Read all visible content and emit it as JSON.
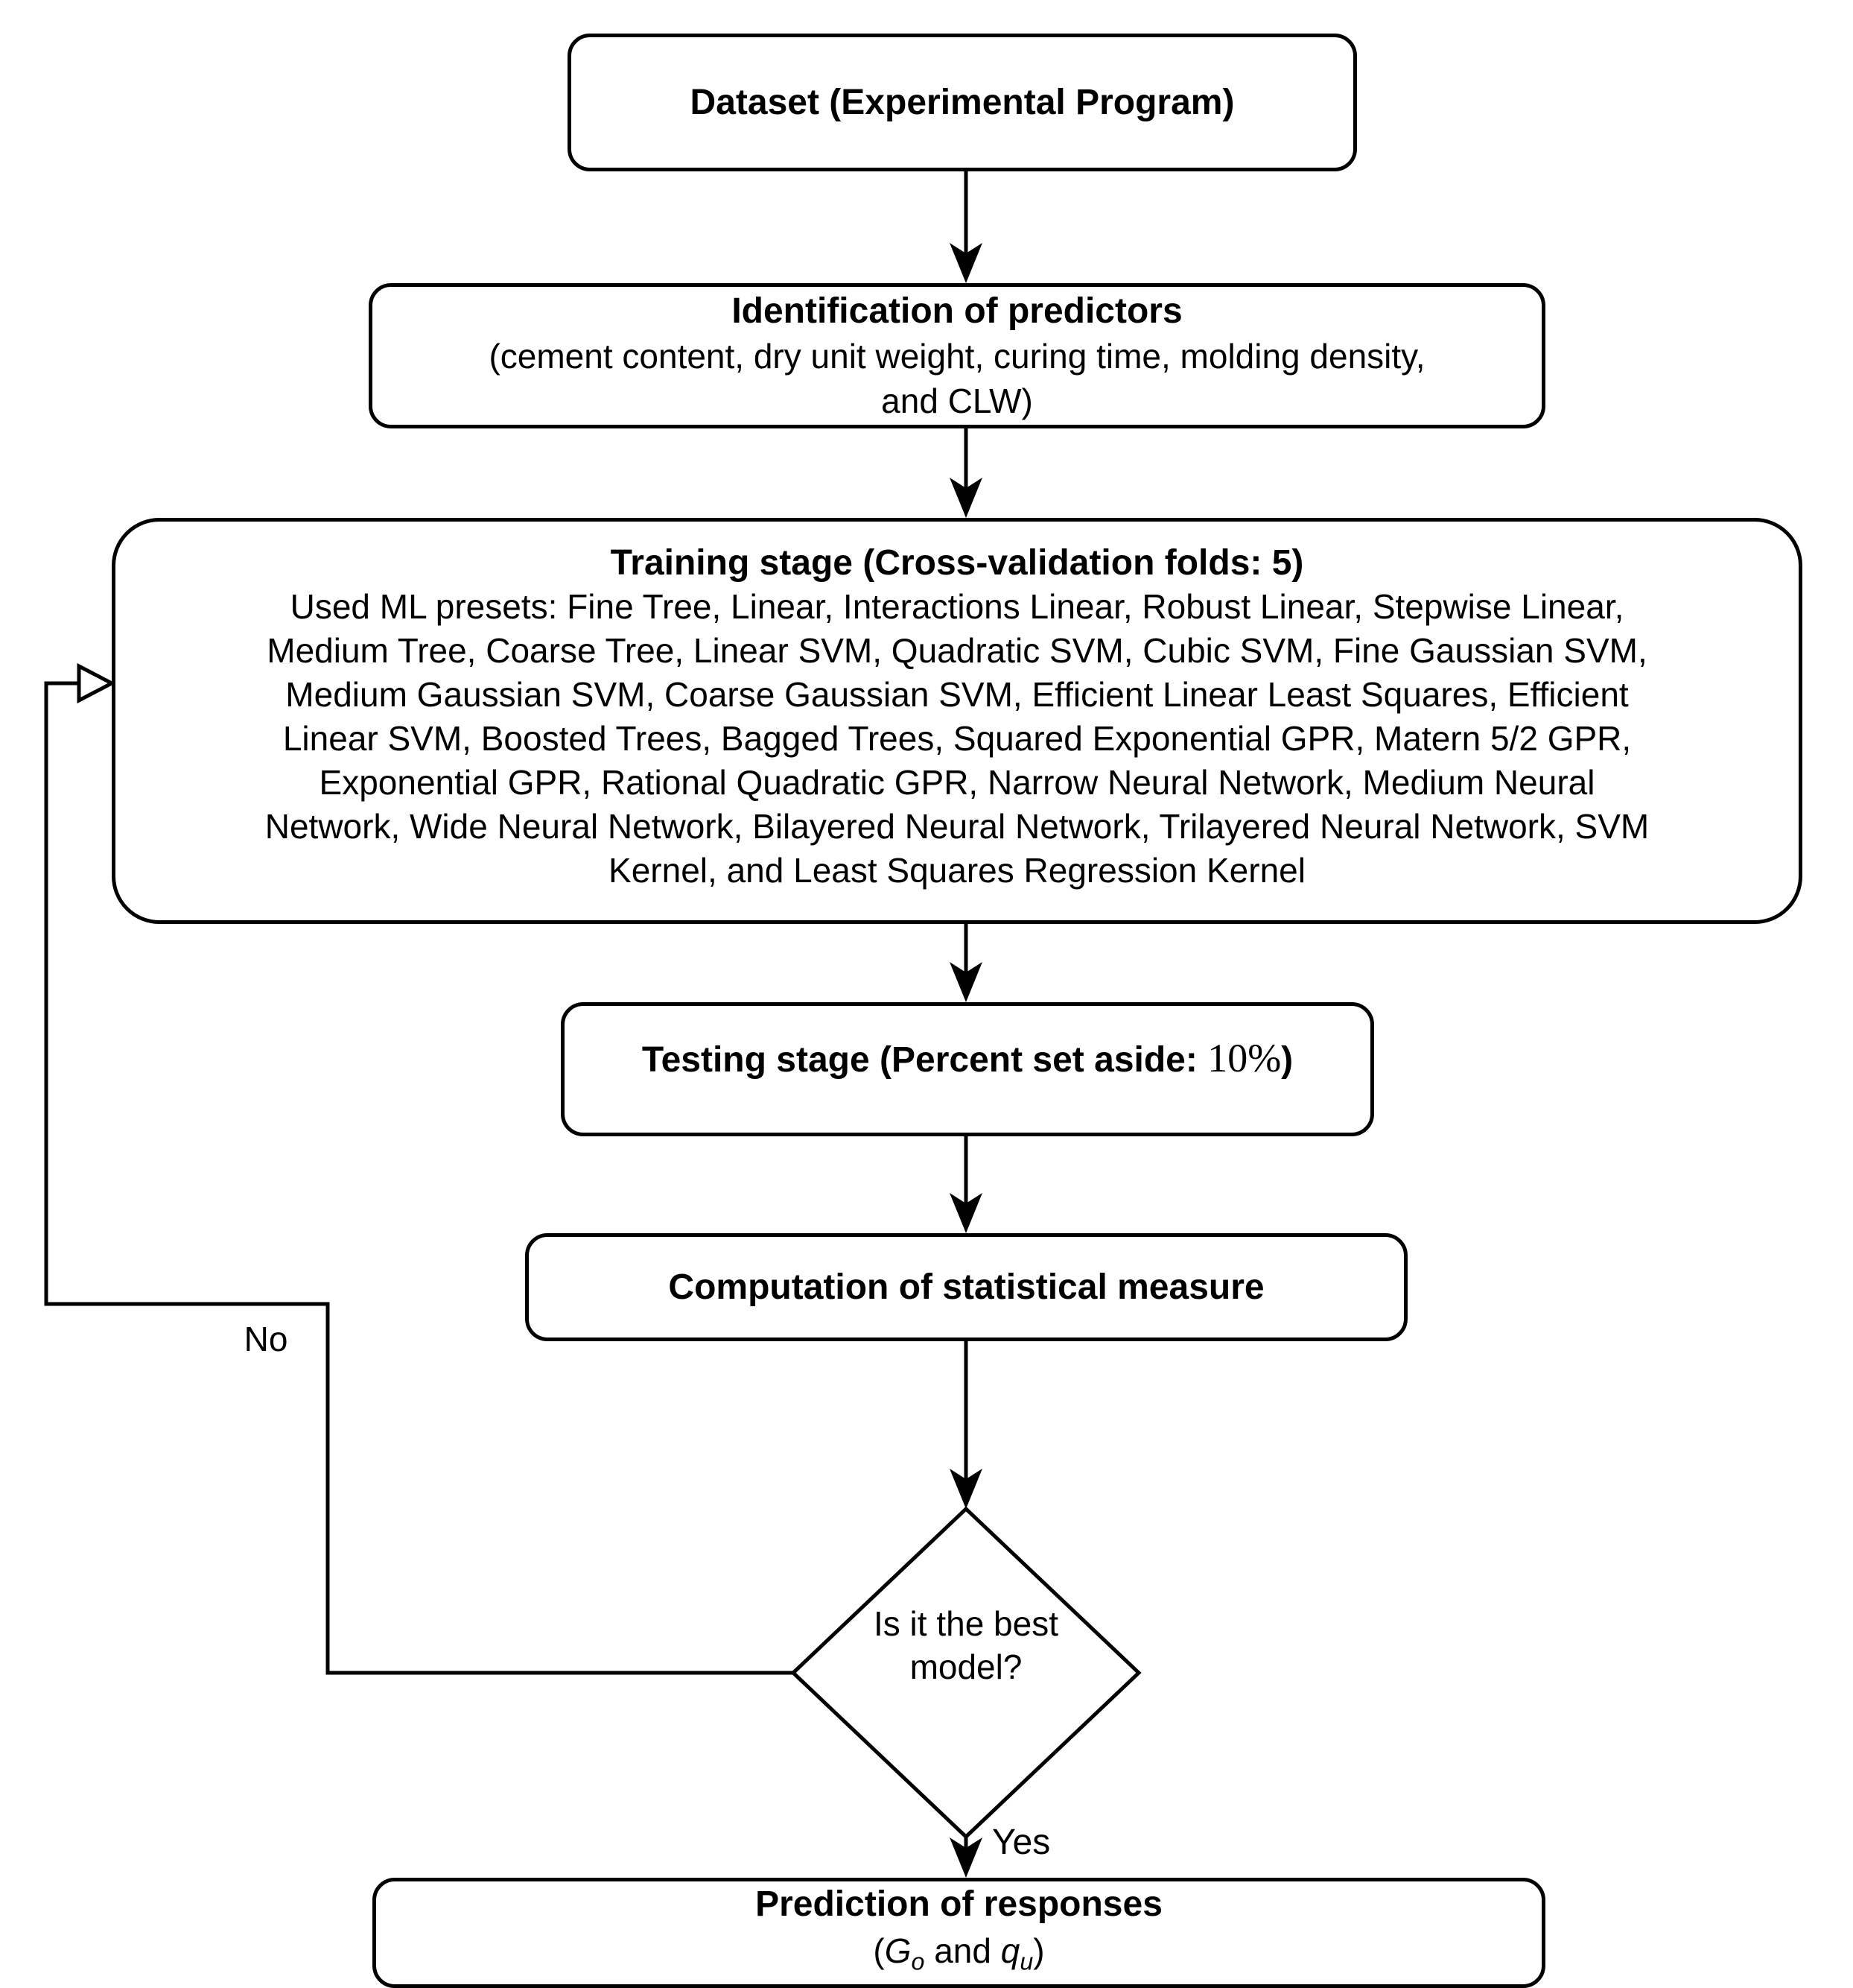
{
  "flowchart": {
    "colors": {
      "stroke": "#000000",
      "background": "#ffffff",
      "text": "#000000"
    },
    "nodes": {
      "dataset": {
        "title": "Dataset (Experimental Program)"
      },
      "identification": {
        "title": "Identification of predictors",
        "line2": "(cement content, dry unit weight, curing time, molding density,",
        "line3": "and CLW)"
      },
      "training": {
        "title": "Training stage (Cross-validation folds: 5)",
        "lines": [
          "Used ML presets: Fine Tree, Linear, Interactions Linear, Robust Linear, Stepwise Linear,",
          "Medium Tree, Coarse Tree, Linear SVM, Quadratic SVM, Cubic SVM, Fine Gaussian SVM,",
          "Medium Gaussian SVM, Coarse Gaussian SVM, Efficient Linear Least Squares, Efficient",
          "Linear SVM, Boosted Trees, Bagged Trees, Squared Exponential GPR, Matern 5/2 GPR,",
          "Exponential GPR, Rational Quadratic GPR, Narrow Neural Network, Medium Neural",
          "Network, Wide Neural Network, Bilayered Neural Network, Trilayered Neural Network, SVM",
          "Kernel, and Least Squares Regression Kernel"
        ]
      },
      "testing": {
        "prefix": "Testing stage (Percent set aside: ",
        "value": "10%",
        "suffix": ")"
      },
      "computation": {
        "title": "Computation of statistical measure"
      },
      "decision": {
        "line1": "Is it the best",
        "line2": "model?"
      },
      "prediction": {
        "title": "Prediction of responses",
        "open_paren": "(",
        "var1": "G",
        "sub1": "o",
        "mid": " and ",
        "var2": "q",
        "sub2": "u",
        "close_paren": ")"
      }
    },
    "edge_labels": {
      "yes": "Yes",
      "no": "No"
    }
  }
}
